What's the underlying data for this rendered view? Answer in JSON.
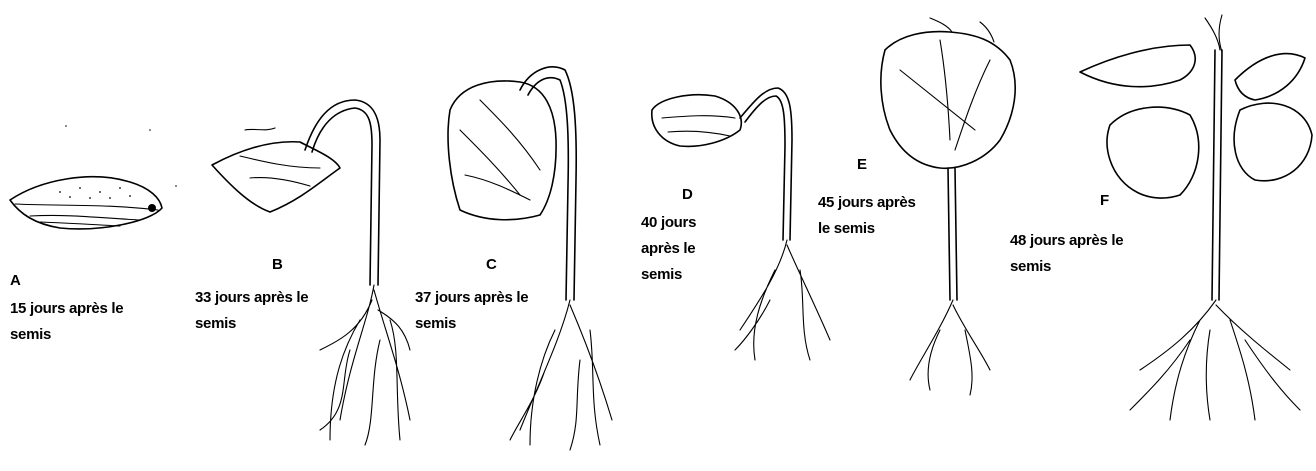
{
  "stages": [
    {
      "letter": "A",
      "caption": "15 jours après le\nsemis"
    },
    {
      "letter": "B",
      "caption": "33 jours après le\nsemis"
    },
    {
      "letter": "C",
      "caption": "37 jours après le\nsemis"
    },
    {
      "letter": "D",
      "caption": "40 jours\naprès le\nsemis"
    },
    {
      "letter": "E",
      "caption": "45 jours après\nle semis"
    },
    {
      "letter": "F",
      "caption": "48 jours après le\nsemis"
    }
  ]
}
